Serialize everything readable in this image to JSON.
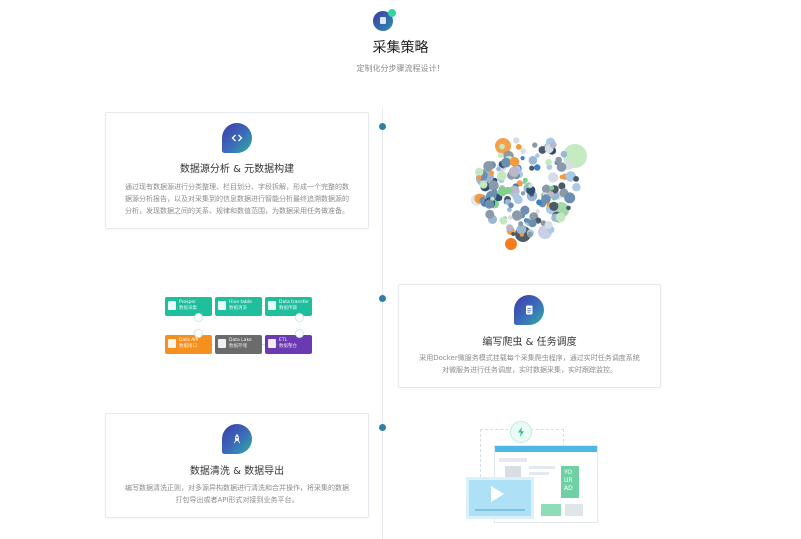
{
  "header": {
    "title": "采集策略",
    "subtitle": "定制化分步骤流程设计！"
  },
  "colors": {
    "accent_dot": "#2e7ea8",
    "badge_start": "#3c3aa6",
    "badge_end": "#2fb29a",
    "teal": "#1fbf9e",
    "orange": "#f5901e",
    "gray": "#6b6b6b",
    "purple": "#6a3ab0"
  },
  "steps": [
    {
      "icon": "code-icon",
      "title": "数据源分析 & 元数据构建",
      "desc_lines": [
        "通过现有数据源进行分类整理、栏目划分、字段拆解，形成一个完整的数",
        "据源分析报告，以及对采集到的信息数据进行智能分析最终追溯数据源的",
        "分析，发现数据之间的关系、规律和数值范围，为数据采用任务做准备。"
      ]
    },
    {
      "icon": "document-icon",
      "title": "编写爬虫 & 任务调度",
      "desc_lines": [
        "采用Docker微服务模式挂载每个采集爬虫程序，通过实时任务调度系统",
        "对微服务进行任务调度，实时数据采集，实时跟踪监控。"
      ]
    },
    {
      "icon": "rocket-icon",
      "title": "数据清洗 & 数据导出",
      "desc_lines": [
        "编写数据清洗正则，对多源异构数据进行清洗和合并操作，将采集的数据",
        "打包导出或者API形式对接到业务平台。"
      ]
    }
  ],
  "flow_nodes": [
    {
      "l1": "Prosper",
      "l2": "数据采集",
      "color": "#1fbf9e"
    },
    {
      "l1": "Hive table",
      "l2": "数据清洗",
      "color": "#1fbf9e"
    },
    {
      "l1": "Data transfer",
      "l2": "数据传输",
      "color": "#1fbf9e"
    },
    {
      "l1": "Data API",
      "l2": "数据接口",
      "color": "#f5901e"
    },
    {
      "l1": "Data Lake",
      "l2": "数据存储",
      "color": "#6b6b6b"
    },
    {
      "l1": "ETL",
      "l2": "数据整合",
      "color": "#6a3ab0"
    }
  ],
  "ad_mockup": {
    "ad_lines": [
      "YO",
      "UR",
      "AD"
    ]
  }
}
